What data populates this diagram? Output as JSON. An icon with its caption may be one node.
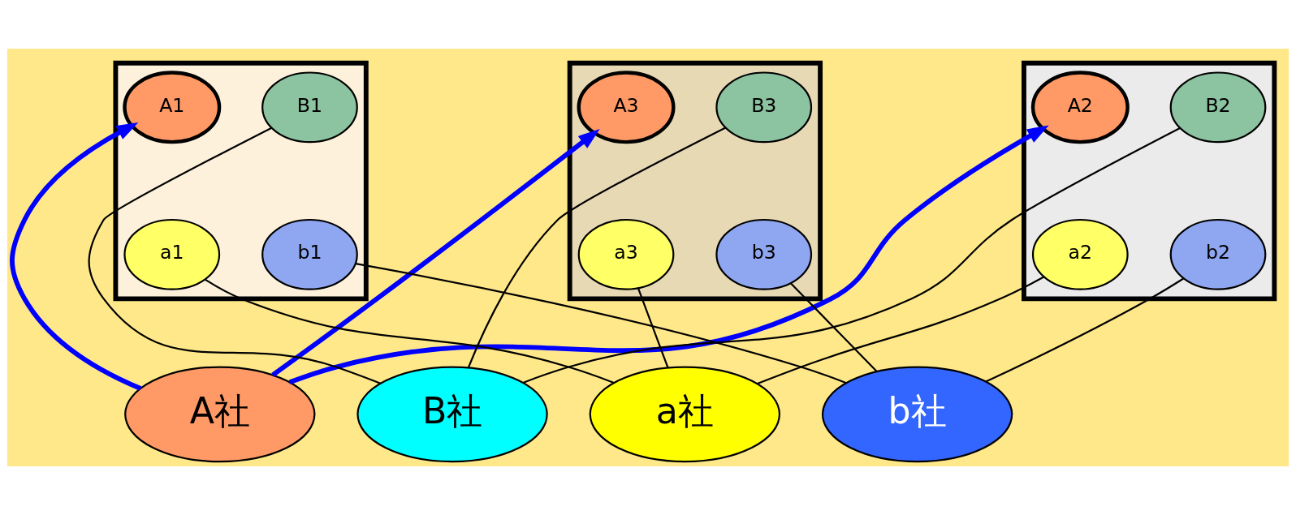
{
  "diagram": {
    "nodes": [
      {
        "text": [],
        "shape": "box"
      },
      {
        "text": [
          "A1"
        ],
        "in": 0
      },
      {
        "text": [
          "B1"
        ],
        "in": 0
      },
      {
        "text": [
          "a1"
        ],
        "in": 0
      },
      {
        "text": [
          "b1"
        ],
        "in": 0
      },
      {
        "text": [],
        "shape": "box"
      },
      {
        "text": [
          "A2"
        ],
        "in": 5
      },
      {
        "text": [
          "B2"
        ],
        "in": 5
      },
      {
        "text": [
          "a2"
        ],
        "in": 5
      },
      {
        "text": [
          "b2"
        ],
        "in": 5
      },
      {
        "text": [],
        "shape": "box"
      },
      {
        "text": [
          "A3"
        ],
        "in": 10
      },
      {
        "text": [
          "B3"
        ],
        "in": 10
      },
      {
        "text": [
          "a3"
        ],
        "in": 10
      },
      {
        "text": [
          "b3"
        ],
        "in": 10
      },
      {
        "text": [
          "A社"
        ]
      },
      {
        "text": [
          "B社"
        ]
      },
      {
        "text": [
          "a社"
        ]
      },
      {
        "text": [
          "b社"
        ]
      }
    ],
    "edges": [
      {
        "from": 15,
        "to": 1,
        "arrow": "to",
        "style": "thick",
        "color": "#0000ff"
      },
      {
        "from": 15,
        "to": 6,
        "arrow": "to",
        "style": "thick",
        "color": "#0000ff"
      },
      {
        "from": 15,
        "to": 11,
        "arrow": "to",
        "style": "thick",
        "color": "#0000ff"
      },
      {
        "from": 16,
        "to": 2,
        "arrow": "none"
      },
      {
        "from": 16,
        "to": 7,
        "arrow": "none"
      },
      {
        "from": 16,
        "to": 12,
        "arrow": "none"
      },
      {
        "from": 17,
        "to": 3,
        "arrow": "none"
      },
      {
        "from": 17,
        "to": 8,
        "arrow": "none"
      },
      {
        "from": 17,
        "to": 13,
        "arrow": "none"
      },
      {
        "from": 18,
        "to": 4,
        "arrow": "none"
      },
      {
        "from": 18,
        "to": 9,
        "arrow": "none"
      },
      {
        "from": 18,
        "to": 14,
        "arrow": "none"
      }
    ]
  }
}
